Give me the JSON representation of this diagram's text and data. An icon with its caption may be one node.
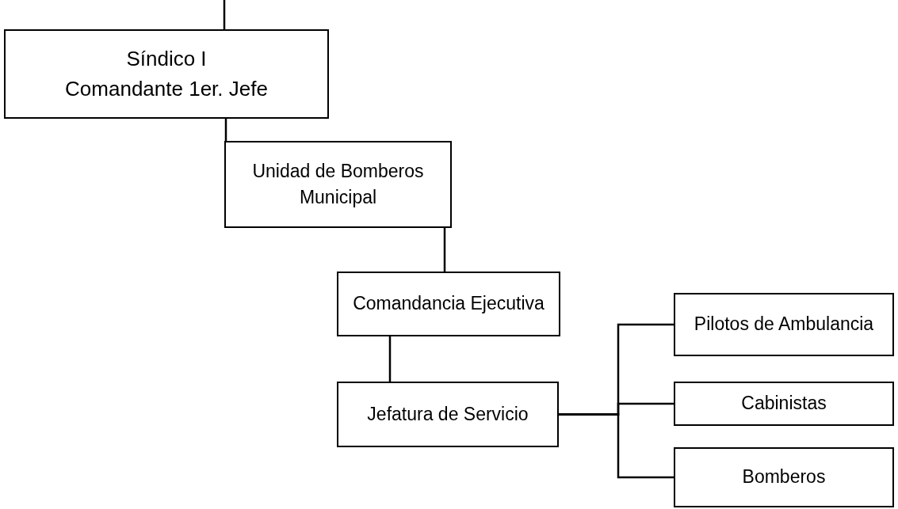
{
  "diagram": {
    "nodes": [
      {
        "text": [
          "Síndico I",
          "Comandante 1er. Jefe"
        ]
      },
      {
        "text": [
          "Unidad de Bomberos Municipal"
        ]
      },
      {
        "text": [
          "Comandancia Ejecutiva"
        ]
      },
      {
        "text": [
          "Jefatura de Servicio"
        ]
      },
      {
        "text": [
          "Pilotos de Ambulancia"
        ]
      },
      {
        "text": [
          "Cabinistas"
        ]
      },
      {
        "text": [
          "Bomberos"
        ]
      }
    ],
    "edges": [
      {
        "from": null,
        "to": 0,
        "arrow": "none"
      },
      {
        "from": 0,
        "to": 1,
        "arrow": "none"
      },
      {
        "from": 1,
        "to": 2,
        "arrow": "none"
      },
      {
        "from": 2,
        "to": 3,
        "arrow": "none"
      },
      {
        "from": 3,
        "to": 4,
        "arrow": "none"
      },
      {
        "from": 3,
        "to": 5,
        "arrow": "none"
      },
      {
        "from": 3,
        "to": 6,
        "arrow": "none"
      }
    ]
  }
}
